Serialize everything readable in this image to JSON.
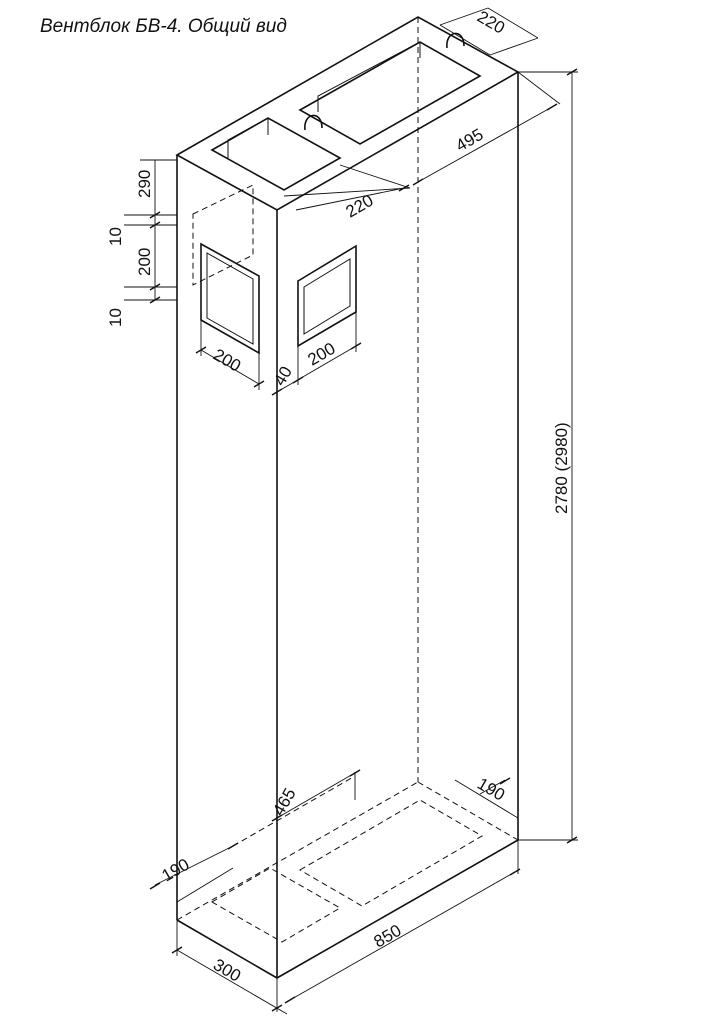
{
  "title": "Вентблок БВ-4. Общий вид",
  "dimensions": {
    "top_channel_depth": "220",
    "top_width": "495",
    "front_channel_width": "220",
    "left_290": "290",
    "left_10_top": "10",
    "left_200": "200",
    "left_10_bottom": "10",
    "window_left_width": "200",
    "window_gap": "40",
    "window_right_width": "200",
    "height": "2780 (2980)",
    "bottom_465": "465",
    "bottom_190_right": "190",
    "bottom_190_left": "190",
    "bottom_850": "850",
    "bottom_300": "300"
  }
}
